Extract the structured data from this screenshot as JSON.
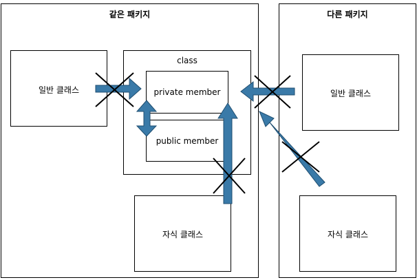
{
  "same_package": {
    "title": "같은 패키지"
  },
  "other_package": {
    "title": "다른 패키지"
  },
  "class_box": {
    "title": "class",
    "private_member": "private member",
    "public_member": "public member"
  },
  "same_general_class": "일반 클래스",
  "same_child_class": "자식 클래스",
  "other_general_class": "일반 클래스",
  "other_child_class": "자식 클래스",
  "colors": {
    "arrow_fill": "#3a7aa8",
    "arrow_stroke": "#1f4e70",
    "line": "#000000"
  }
}
